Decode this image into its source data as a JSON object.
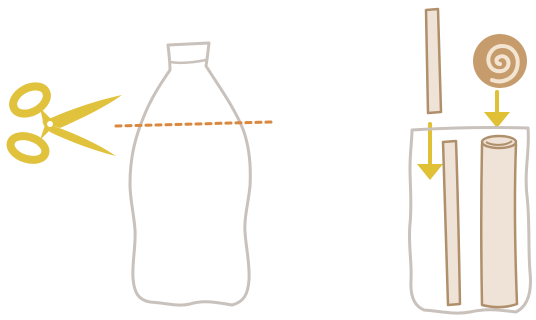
{
  "illustration": {
    "left_step": {
      "tool_icon": "scissors-icon",
      "object": "plastic-bottle",
      "cut_marker": "dashed-cut-line"
    },
    "right_step": {
      "container": "cut-bottle-bottom",
      "items": [
        "straight-stick",
        "rolled-strip"
      ],
      "indicators": [
        "down-arrow-icon",
        "down-arrow-icon"
      ]
    }
  },
  "colors": {
    "outline": "#c9c1bc",
    "scissors": "#e1c23c",
    "arrow": "#e0c035",
    "cut_line": "#d9893f",
    "stick_fill": "#eee3d6",
    "stick_outline": "#b08f6b",
    "roll_fill": "#c69c6d",
    "roll_spiral": "#f3e5d2",
    "background": "#ffffff"
  }
}
